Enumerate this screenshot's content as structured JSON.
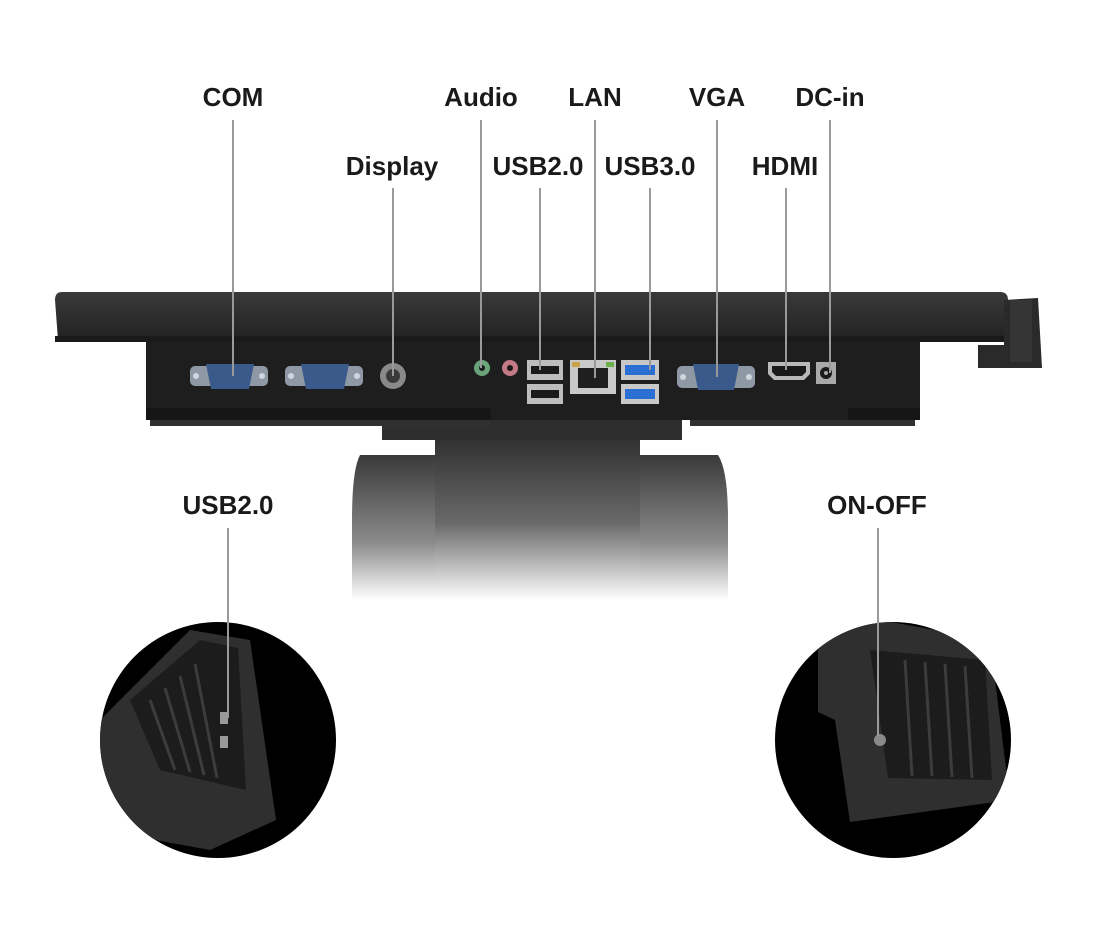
{
  "labels": {
    "com": "COM",
    "display": "Display",
    "audio": "Audio",
    "usb2_top": "USB2.0",
    "lan": "LAN",
    "usb3": "USB3.0",
    "vga": "VGA",
    "hdmi": "HDMI",
    "dc_in": "DC-in",
    "usb2_side": "USB2.0",
    "on_off": "ON-OFF"
  },
  "colors": {
    "background": "#ffffff",
    "device_body": "#2a2a2a",
    "port_panel": "#1e1e1e",
    "leader_line": "#9a9a9a",
    "label_text": "#1a1a1a",
    "serial_port": "#3a5a8c",
    "usb3_port": "#2a6fd1"
  }
}
